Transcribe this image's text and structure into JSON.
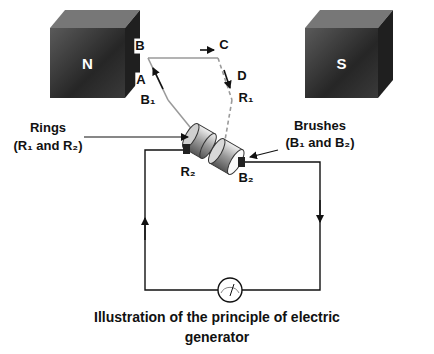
{
  "diagram": {
    "caption": "Illustration of the principle of electric generator",
    "nodes": [
      {
        "text": [
          "N"
        ]
      },
      {
        "text": [
          "S"
        ]
      }
    ],
    "labels": [
      "B",
      "C",
      "A",
      "D",
      "B₁",
      "R₁",
      "Rings",
      "(R₁ and R₂)",
      "R₂",
      "B₂",
      "Brushes",
      "(B₁ and B₂)"
    ]
  }
}
